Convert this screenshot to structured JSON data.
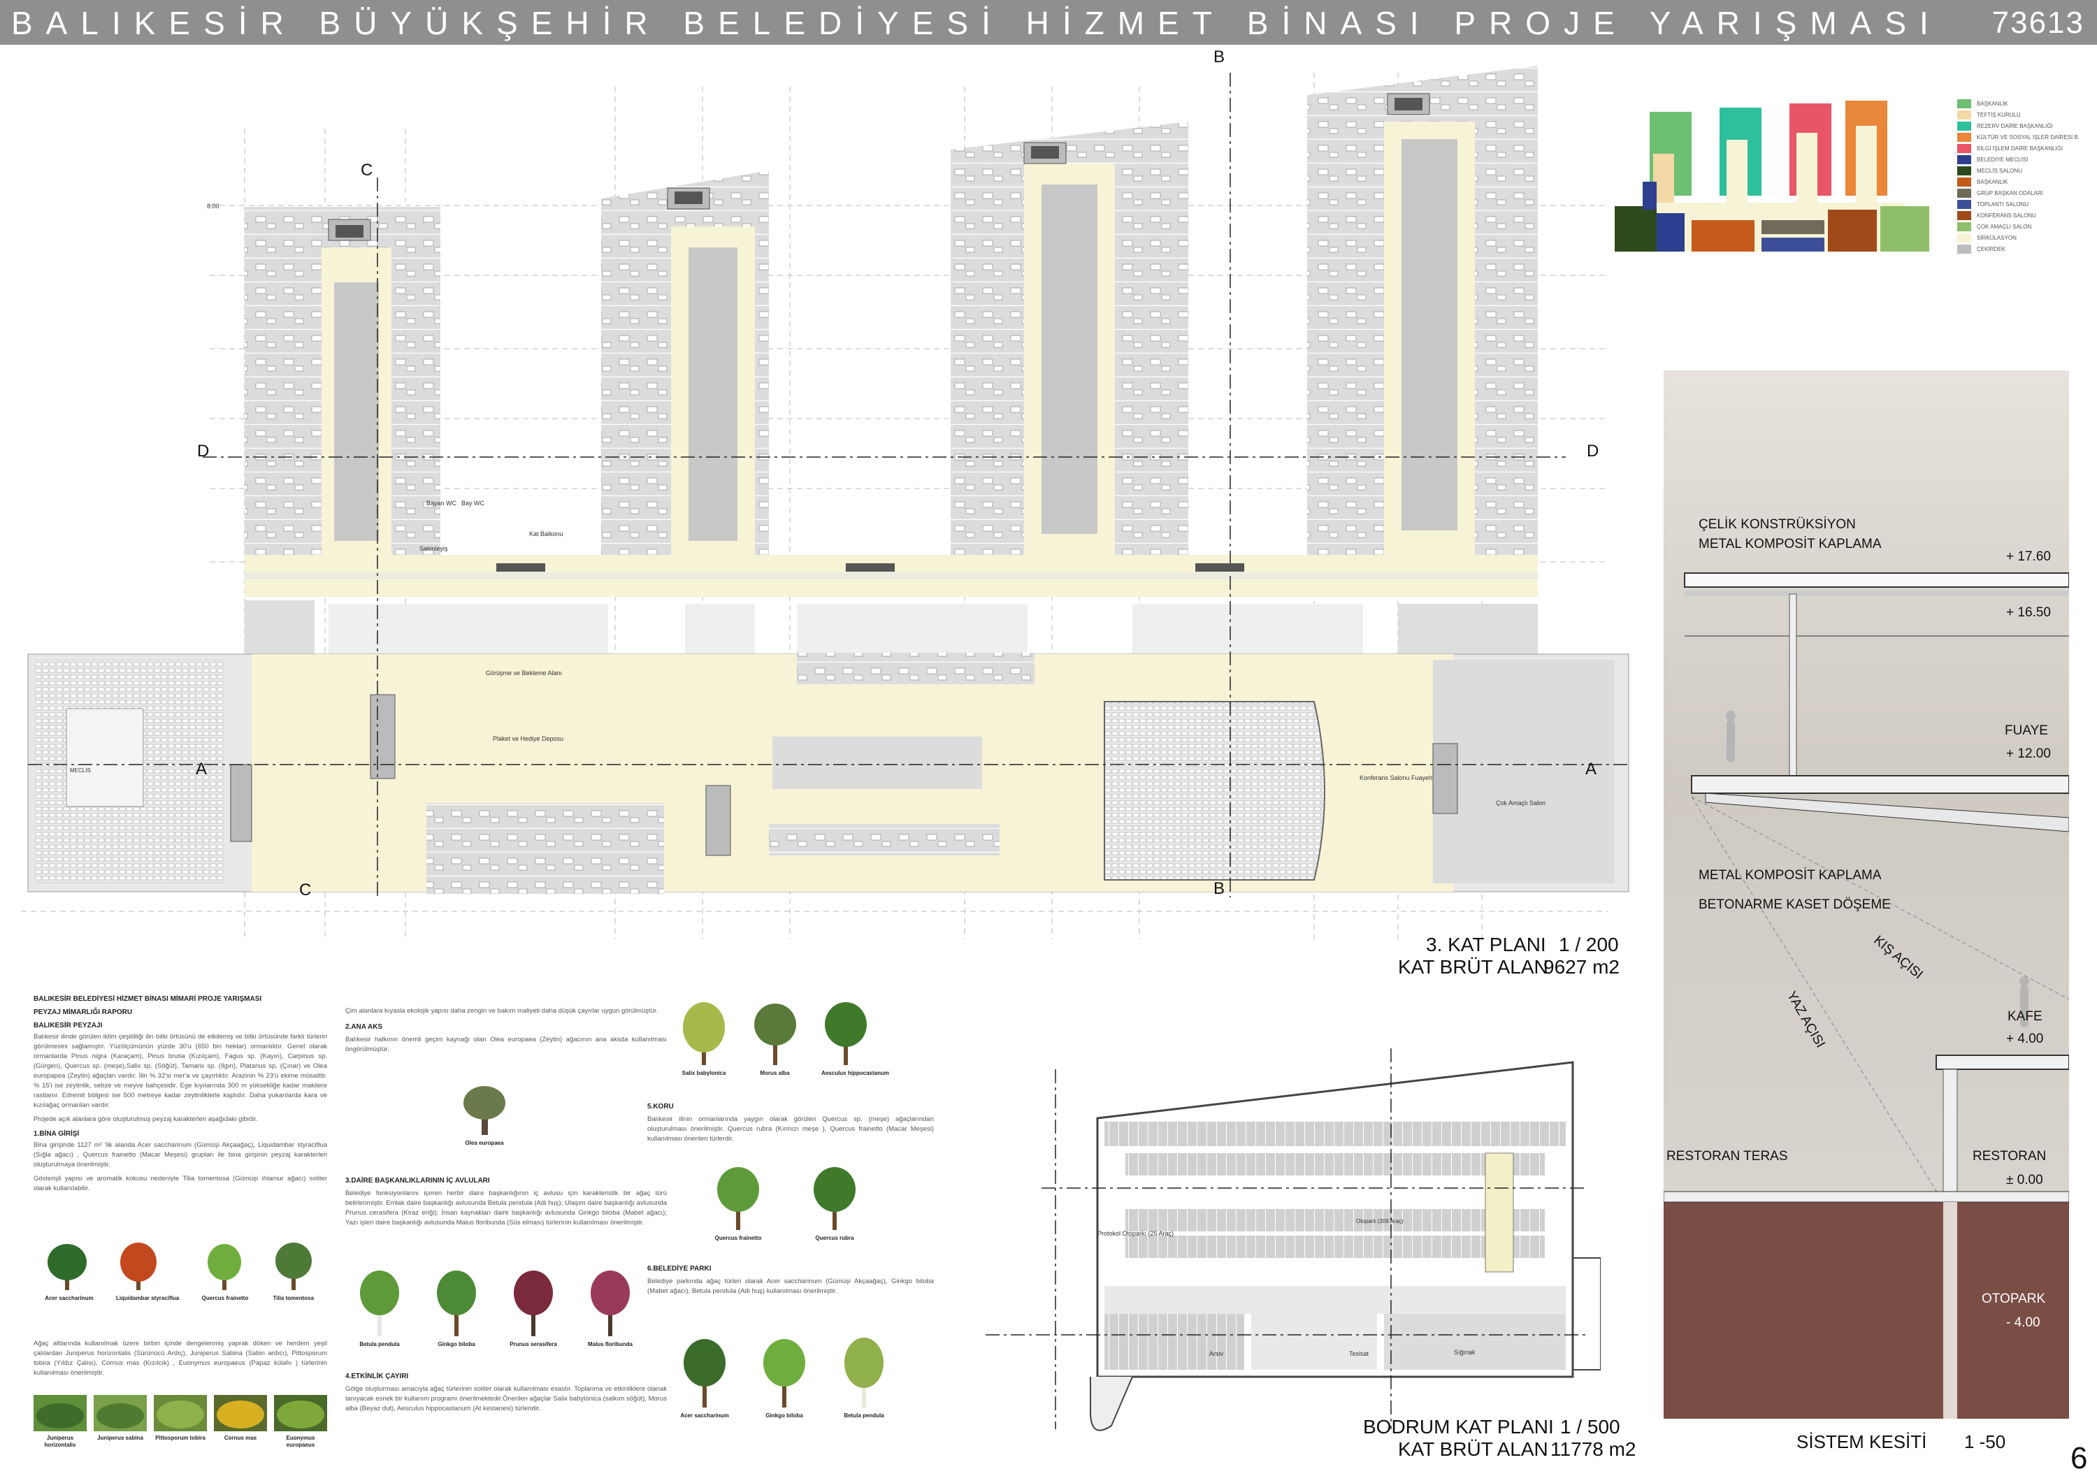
{
  "header": {
    "title": "BALIKESİR BÜYÜKŞEHİR BELEDİYESİ HİZMET BİNASI PROJE YARIŞMASI",
    "code": "73613"
  },
  "floor_plan": {
    "name": "3. KAT PLANI",
    "scale": "1 / 200",
    "area_label": "KAT BRÜT ALAN",
    "area_value": "9627 m2",
    "section_marks": [
      "A",
      "A",
      "B",
      "B",
      "C",
      "C",
      "D",
      "D"
    ],
    "level": "8.00",
    "rooms": [
      "MECLİS",
      "Görüşme ve Bekleme Alanı",
      "Plaket ve Hediye Deposu",
      "Konferans Salonu Fuayeh",
      "Çok Amaçlı Salon",
      "Sakinleyiş",
      "Kat Balkonu",
      "Bayan WC",
      "Bay WC"
    ]
  },
  "basement_plan": {
    "name": "BODRUM KAT PLANI",
    "scale": "1 / 500",
    "area_label": "KAT BRÜT ALAN",
    "area_value": "11778 m2",
    "rooms": [
      "Otopark (209 Araç)",
      "Protokol Otoparkı (25 Araç)",
      "Sığınak",
      "Arsiv",
      "Tesisat"
    ]
  },
  "legend": [
    {
      "label": "BAŞKANLIK",
      "color": "#6dbf72"
    },
    {
      "label": "TEFTİŞ KURULU",
      "color": "#f3d9a6"
    },
    {
      "label": "REZERV DAİRE BAŞKANLIĞI",
      "color": "#2ebf9c"
    },
    {
      "label": "KÜLTÜR VE SOSYAL İŞLER DAİRESİ B.",
      "color": "#e9873a"
    },
    {
      "label": "BİLGİ İŞLEM DAİRE BAŞKANLIĞI",
      "color": "#e85566"
    },
    {
      "label": "BELEDİYE MECLİSİ",
      "color": "#2e3f8f"
    },
    {
      "label": "MECLİS SALONU",
      "color": "#2c4a1c"
    },
    {
      "label": "BAŞKANLIK",
      "color": "#c55a1a"
    },
    {
      "label": "GRUP BAŞKAN ODALARI",
      "color": "#6f6a5a"
    },
    {
      "label": "TOPLANTI SALONU",
      "color": "#3e4f9a"
    },
    {
      "label": "KONFERANS SALONU",
      "color": "#a04a1a"
    },
    {
      "label": "ÇOK AMAÇLI SALON",
      "color": "#8fbf6a"
    },
    {
      "label": "SİRKÜLASYON",
      "color": "#f7f3d6"
    },
    {
      "label": "ÇEKİRDEK",
      "color": "#bdbdbd"
    }
  ],
  "section": {
    "name": "SİSTEM KESİTİ",
    "scale": "1 -50",
    "labels": {
      "steel": "ÇELİK KONSTRÜKSİYON",
      "metal_cladding_top": "METAL KOMPOSİT KAPLAMA",
      "metal_cladding_mid": "METAL KOMPOSİT KAPLAMA",
      "concrete": "BETONARME KASET DÖŞEME",
      "winter_angle": "KIŞ AÇISI",
      "summer_angle": "YAZ AÇISI",
      "foyer": "FUAYE",
      "cafe": "KAFE",
      "restaurant_terrace": "RESTORAN TERAS",
      "restaurant": "RESTORAN",
      "parking": "OTOPARK"
    },
    "levels": {
      "l1760": "+ 17.60",
      "l1650": "+ 16.50",
      "l1200": "+ 12.00",
      "l400": "+ 4.00",
      "l000": "± 0.00",
      "lm400": "- 4.00"
    }
  },
  "report": {
    "h1": "BALIKESİR BELEDİYESİ HİZMET BİNASI MİMARİ PROJE YARIŞMASI",
    "h2": "PEYZAJ MİMARLIĞI RAPORU",
    "h3": "BALIKESİR PEYZAJI",
    "p_intro": "Balıkesir ilinde görülen iklim çeşitliliği ilin bitki örtüsünü de etkilemiş ve bitki örtüsünde farklı türlerin görülmesini sağlamıştır. Yüzölçümünün yüzde 30'u (650 bin hektar) ormanlıktır. Genel olarak ormanlarda Pinus nigra (Karaçam), Pinus brutia (Kızılçam), Fagus sp. (Kayın), Carpinus sp. (Gürgen), Quercus sp. (meşe),Salix sp. (Söğüt), Tamarix sp. (Ilgın), Platanus sp. (Çınar) ve Olea europapea (Zeytin) ağaçları vardır. İlin % 32'si mer'a ve çayırlıktır. Arazinin % 23'ü ekime müsaittir. % 15'i ise zeytinlik, sebze ve meyve bahçesidir. Ege kıyılarında 300 m yüksekliğe kadar makilere rastlanır. Edremit bölgesi ise 500 metreye kadar zeytinliklerle kaplıdır. Daha yukarılarda kara ve kızılağaç ormanları vardır.",
    "p_intro2": "Projede açık alanlara göre oluşturulmuş peyzaj karakterleri aşağıdaki gibidir.",
    "s1_title": "1.BİNA GİRİŞİ",
    "s1_p1": "Bina girişinde 1127 m² 'lik alanda Acer saccharinum (Gümüşi Akçaağaç), Liquidambar styraciflua (Sığla ağacı) , Quercus frainetto (Macar Meşesi) grupları ile bina girişinin peyzaj karakterleri oluşturulmaya önerilmiştir.",
    "s1_p2": "Gösterişli yapısı ve aromatik kokusu nedeniyle Tilia tomentosa (Gümüşi ıhlamur ağacı) soliter olarak kullanılabilir.",
    "trees_row1": [
      "Acer saccharinum",
      "Liquidambar styraciflua",
      "Quercus frainetto",
      "Tilia tomentosa"
    ],
    "s1_p3": "Ağaç altlarında kullanılmak üzere birbiri içinde dengelenmiş yaprak döken ve herdem yeşil çalılardan Juniperus horizontalis (Sürünücü Ardıç), Juniperus Sabina (Sabin ardıcı), Pittosporum tobira (Yıldız Çalısı), Cornus mas (Kızılcık) , Euonymus europaeus (Papaz külahı ) türlerinin kullanılması önerilmiştir.",
    "shrubs": [
      "Juniperus horizontalis",
      "Juniperus sabina",
      "Pittosporum tobira",
      "Cornus mas",
      "Euonymus europaeus"
    ],
    "c2_p0": "Çim alanlara kıyasla ekolojik yapısı daha zengin ve bakım maliyeti daha düşük çayırlar uygun görülmüştür.",
    "s2_title": "2.ANA AKS",
    "s2_p": "Balıkesir halkının önemli geçim kaynağı olan Olea europaea (Zeytin) ağacının ana aksda kullanılması öngörülmüştür.",
    "olea": "Olea europaea",
    "s3_title": "3.DAİRE BAŞKANLIKLARININ İÇ AVLULARI",
    "s3_p": "Belediye fonksiyonlarını içeren herbir daire başkanlığının iç avlusu için karakteristik bir ağaç türü belirlenmiştir. Emlak daire başkanlığı avlusunda Betula pendula (Adi huş); Ulaşım daire başkanlığı avlusunda Prunus cerasifera (Kiraz eriği); İnsan kaynakları daire başkanlığı avlusunda Ginkgo biloba (Mabet ağacı); Yazı işleri daire başkanlığı avlusunda Malus floribunda (Süs elması) türlerinin kullanılması önerilmiştir.",
    "trees_row2": [
      "Betula pendula",
      "Ginkgo biloba",
      "Prunus serasifera",
      "Malus floribunda"
    ],
    "s4_title": "4.ETKİNLİK ÇAYIRI",
    "s4_p": "Gölge oluşturması amacıyla ağaç türlerinin soliter olarak kullanılması esastır. Toplanma ve etkinliklere olanak tanıyacak esnek bir kullanım programı önerilmektedir.Önerilen ağaçlar Salix babylonica (salkım söğüt), Morus alba (Beyaz dut), Aesculus hippocastanum (At kestanesi) türleridir.",
    "trees_row3": [
      "Salix babylonica",
      "Morus alba",
      "Aesculus hippocastanum"
    ],
    "s5_title": "5.KORU",
    "s5_p": "Balıkesir ilinin ormanlarında yaygın olarak görülen Quercus sp. (meşe) ağaçlarından oluşturulması önerilmiştir. Quercus rubra (Kırmızı meşe ), Quercus frainetto (Macar Meşesi) kullanılması önerilen türlerdir.",
    "trees_row4": [
      "Quercus frainetto",
      "Quercus rubra"
    ],
    "s6_title": "6.BELEDİYE PARKI",
    "s6_p": "Belediye parkında ağaç türleri olarak Acer saccharinum (Gümüşi Akçaağaç), Ginkgo biloba (Mabet ağacı), Betula pendula (Adi huş) kullanılması önerilmiştir.",
    "trees_row5": [
      "Acer saccharinum",
      "Ginkgo biloba",
      "Betula pendula"
    ]
  },
  "page_number": "6"
}
